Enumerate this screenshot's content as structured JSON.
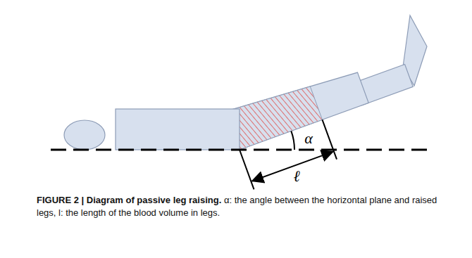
{
  "diagram": {
    "caption": "FIGURE 2 | Diagram of passive leg raising. α: the angle between the horizontal plane and raised legs, l: the length of the blood volume in legs.",
    "labels": [
      "α",
      "ℓ"
    ]
  }
}
